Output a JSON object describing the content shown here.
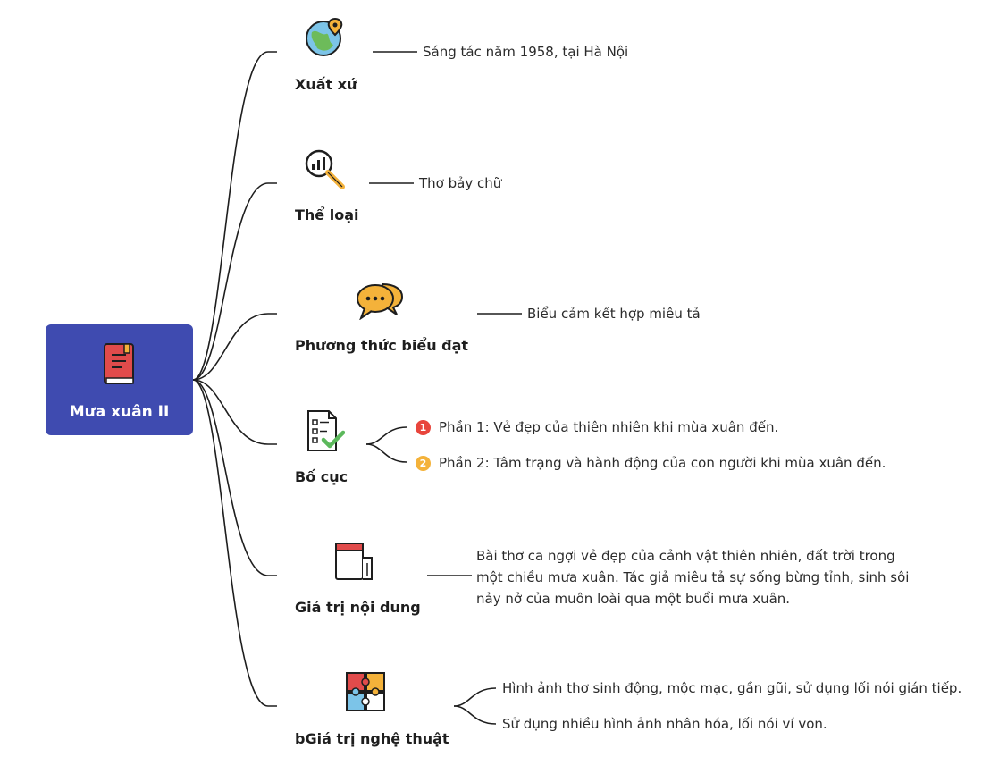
{
  "root": {
    "title": "Mưa xuân II",
    "icon": "book-icon",
    "color": "#3f4bb0"
  },
  "branches": [
    {
      "label": "Xuất xứ",
      "icon": "globe-pin-icon",
      "leaves": [
        "Sáng tác năm 1958, tại Hà Nội"
      ]
    },
    {
      "label": "Thể loại",
      "icon": "magnifier-chart-icon",
      "leaves": [
        "Thơ bảy chữ"
      ]
    },
    {
      "label": "Phương thức biểu đạt",
      "icon": "chat-bubbles-icon",
      "leaves": [
        "Biểu cảm kết hợp miêu tả"
      ]
    },
    {
      "label": "Bố cục",
      "icon": "checklist-icon",
      "leaves": [
        "Phần 1: Vẻ đẹp của thiên nhiên khi mùa xuân đến.",
        "Phần 2: Tâm trạng và hành động của con người khi mùa xuân đến."
      ],
      "badges": [
        "1",
        "2"
      ],
      "badge_colors": [
        "#e8453c",
        "#f4b23a"
      ]
    },
    {
      "label": "Giá trị nội dung",
      "icon": "notebook-icon",
      "leaves": [
        "Bài thơ ca ngợi vẻ đẹp của cảnh vật thiên nhiên, đất trời trong",
        "một chiều mưa xuân. Tác giả miêu tả sự sống bừng tỉnh, sinh sôi",
        "nảy nở của muôn loài qua một buổi mưa xuân."
      ]
    },
    {
      "label": "bGiá trị nghệ thuật",
      "icon": "puzzle-icon",
      "leaves": [
        "Hình ảnh thơ sinh động, mộc mạc, gần gũi, sử dụng lối nói gián tiếp.",
        "Sử dụng nhiều hình ảnh nhân hóa, lối nói ví von."
      ]
    }
  ]
}
